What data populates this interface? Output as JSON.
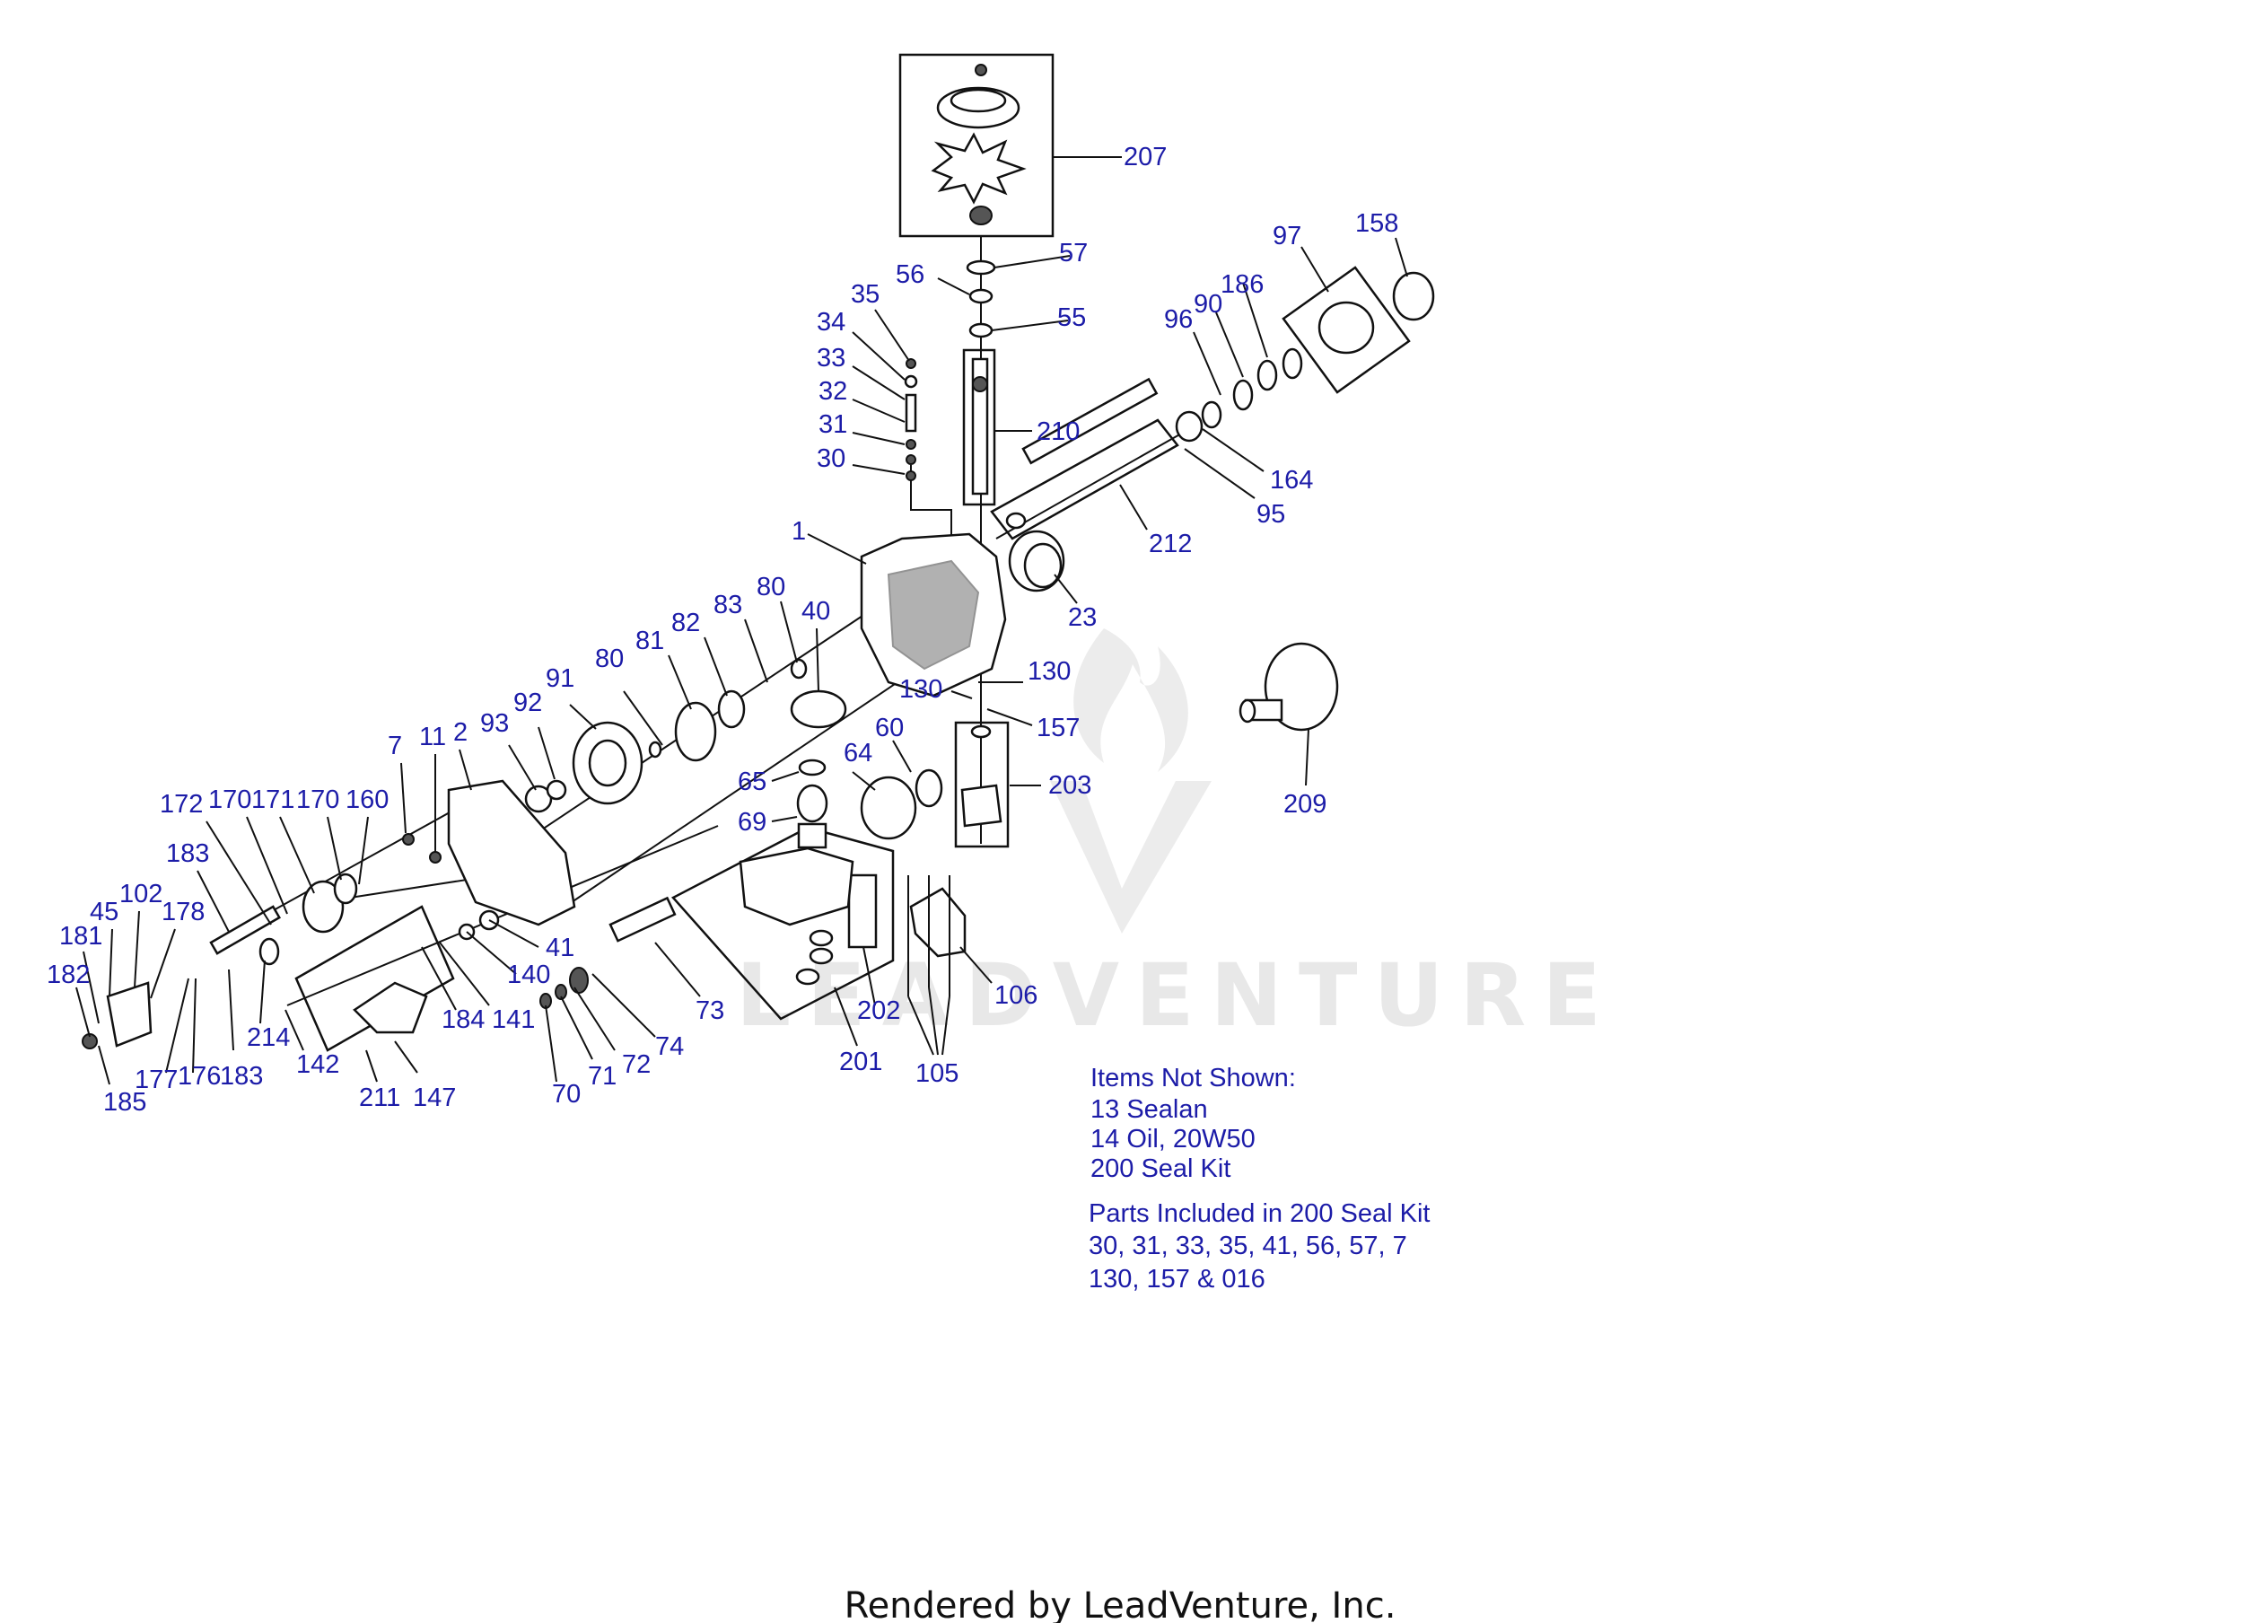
{
  "callouts": [
    "207",
    "57",
    "56",
    "55",
    "35",
    "34",
    "33",
    "32",
    "31",
    "30",
    "210",
    "1",
    "212",
    "23",
    "97",
    "158",
    "186",
    "90",
    "96",
    "164",
    "95",
    "80",
    "83",
    "82",
    "81",
    "91",
    "80",
    "93",
    "92",
    "40",
    "130",
    "130",
    "157",
    "203",
    "60",
    "64",
    "65",
    "69",
    "7",
    "11",
    "2",
    "172",
    "170",
    "171",
    "170",
    "160",
    "183",
    "45",
    "102",
    "178",
    "181",
    "182",
    "41",
    "140",
    "141",
    "184",
    "214",
    "142",
    "177",
    "176",
    "183",
    "185",
    "211",
    "147",
    "73",
    "74",
    "72",
    "71",
    "70",
    "201",
    "202",
    "106",
    "105",
    "209"
  ],
  "notes": {
    "items_heading": "Items Not Shown:",
    "items": [
      "13 Sealan",
      "14 Oil, 20W50",
      "200 Seal Kit"
    ],
    "parts_heading": "Parts Included in 200 Seal Kit",
    "parts": [
      "30, 31, 33, 35, 41, 56, 57, 7",
      "130, 157 & 016"
    ]
  },
  "watermark": {
    "text": "LEADVENTURE",
    "icon": "leadventure-flame-logo"
  },
  "footer": "Rendered by LeadVenture, Inc.",
  "colors": {
    "callout": "#1c1ca8",
    "line": "#111111",
    "watermark": "#e8e8e8"
  }
}
